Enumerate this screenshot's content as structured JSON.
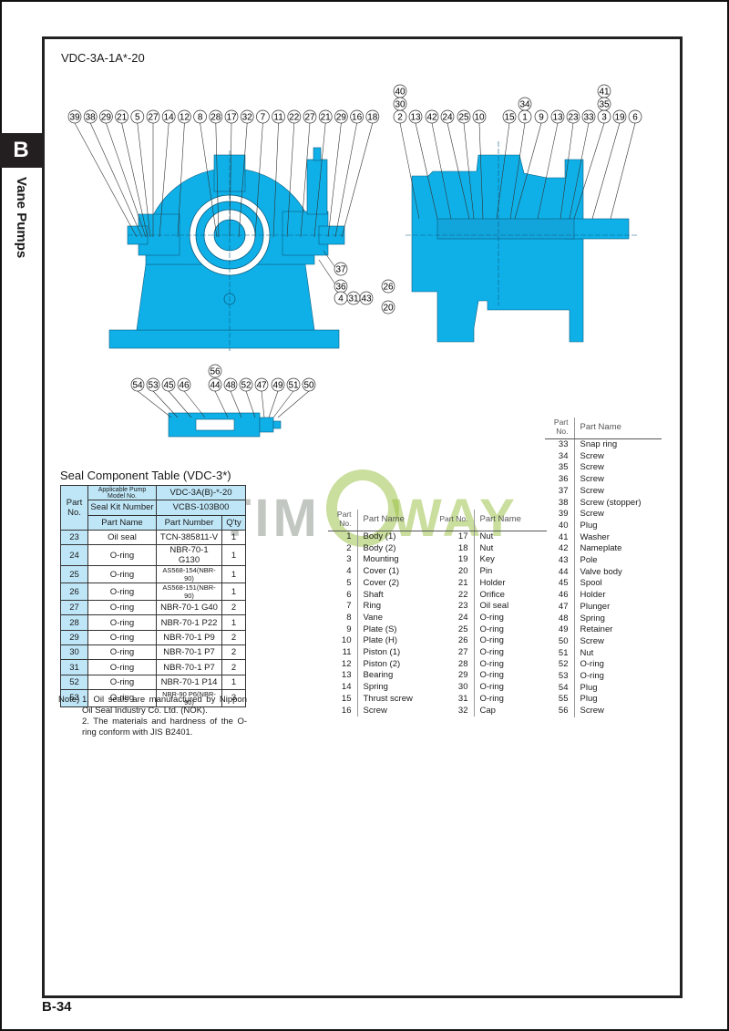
{
  "side_tab": {
    "letter": "B",
    "section": "Vane Pumps"
  },
  "page_number": "B-34",
  "model_title": "VDC-3A-1A*-20",
  "watermark": {
    "left": "TIM",
    "right": "WAY"
  },
  "diagram_front": {
    "callouts_top": [
      "39",
      "38",
      "29",
      "21",
      "5",
      "27",
      "14",
      "12",
      "8",
      "28",
      "17",
      "32",
      "7",
      "11",
      "22",
      "27",
      "21",
      "29",
      "16",
      "18"
    ],
    "callouts_right": [
      "37",
      "36",
      "4",
      "31",
      "43"
    ]
  },
  "diagram_side": {
    "callouts_top": [
      "2",
      "13",
      "42",
      "24",
      "25",
      "10",
      "15",
      "1",
      "9",
      "13",
      "23",
      "33",
      "3",
      "19",
      "6"
    ],
    "callouts_stack_left": [
      "40",
      "30"
    ],
    "callout_above_1": "34",
    "callouts_stack_right": [
      "41",
      "35"
    ],
    "callouts_left": [
      "26",
      "20"
    ]
  },
  "diagram_valve": {
    "callouts_top": [
      "54",
      "53",
      "45",
      "46",
      "44",
      "48",
      "52",
      "47",
      "49",
      "51",
      "50"
    ],
    "callout_above_44": "56"
  },
  "seal_table": {
    "title": "Seal Component Table (VDC-3*)",
    "header_part_no": "Part No.",
    "header_applicable_label": "Applicable Pump Model No.",
    "header_applicable_value": "VDC-3A(B)-*-20",
    "header_kit_label": "Seal Kit Number",
    "header_kit_value": "VCBS-103B00",
    "col_part_name": "Part Name",
    "col_part_number": "Part Number",
    "col_qty": "Q'ty",
    "rows": [
      {
        "no": "23",
        "name": "Oil seal",
        "number": "TCN-385811-V",
        "qty": "1"
      },
      {
        "no": "24",
        "name": "O-ring",
        "number": "NBR-70-1 G130",
        "qty": "1"
      },
      {
        "no": "25",
        "name": "O-ring",
        "number": "AS568-154(NBR-90)",
        "qty": "1"
      },
      {
        "no": "26",
        "name": "O-ring",
        "number": "AS568-151(NBR-90)",
        "qty": "1"
      },
      {
        "no": "27",
        "name": "O-ring",
        "number": "NBR-70-1 G40",
        "qty": "2"
      },
      {
        "no": "28",
        "name": "O-ring",
        "number": "NBR-70-1 P22",
        "qty": "1"
      },
      {
        "no": "29",
        "name": "O-ring",
        "number": "NBR-70-1 P9",
        "qty": "2"
      },
      {
        "no": "30",
        "name": "O-ring",
        "number": "NBR-70-1 P7",
        "qty": "2"
      },
      {
        "no": "31",
        "name": "O-ring",
        "number": "NBR-70-1 P7",
        "qty": "2"
      },
      {
        "no": "52",
        "name": "O-ring",
        "number": "NBR-70-1 P14",
        "qty": "1"
      },
      {
        "no": "53",
        "name": "O-ring",
        "number": "NBR-90 P6(NBR-90)",
        "qty": "3"
      }
    ],
    "notes_prefix": "Note)",
    "notes": [
      "1. Oil seals are manufactured by Nippon Oil Seal Industry Co. Ltd. (NOK).",
      "2. The materials and hardness of the O-ring conform with JIS B2401."
    ]
  },
  "parts_list": {
    "col_no": "Part No.",
    "col_name": "Part Name",
    "left": [
      {
        "no": "1",
        "name": "Body (1)"
      },
      {
        "no": "2",
        "name": "Body (2)"
      },
      {
        "no": "3",
        "name": "Mounting"
      },
      {
        "no": "4",
        "name": "Cover (1)"
      },
      {
        "no": "5",
        "name": "Cover (2)"
      },
      {
        "no": "6",
        "name": "Shaft"
      },
      {
        "no": "7",
        "name": "Ring"
      },
      {
        "no": "8",
        "name": "Vane"
      },
      {
        "no": "9",
        "name": "Plate (S)"
      },
      {
        "no": "10",
        "name": "Plate (H)"
      },
      {
        "no": "11",
        "name": "Piston (1)"
      },
      {
        "no": "12",
        "name": "Piston (2)"
      },
      {
        "no": "13",
        "name": "Bearing"
      },
      {
        "no": "14",
        "name": "Spring"
      },
      {
        "no": "15",
        "name": "Thrust screw"
      },
      {
        "no": "16",
        "name": "Screw"
      }
    ],
    "middle": [
      {
        "no": "17",
        "name": "Nut"
      },
      {
        "no": "18",
        "name": "Nut"
      },
      {
        "no": "19",
        "name": "Key"
      },
      {
        "no": "20",
        "name": "Pin"
      },
      {
        "no": "21",
        "name": "Holder"
      },
      {
        "no": "22",
        "name": "Orifice"
      },
      {
        "no": "23",
        "name": "Oil seal"
      },
      {
        "no": "24",
        "name": "O-ring"
      },
      {
        "no": "25",
        "name": "O-ring"
      },
      {
        "no": "26",
        "name": "O-ring"
      },
      {
        "no": "27",
        "name": "O-ring"
      },
      {
        "no": "28",
        "name": "O-ring"
      },
      {
        "no": "29",
        "name": "O-ring"
      },
      {
        "no": "30",
        "name": "O-ring"
      },
      {
        "no": "31",
        "name": "O-ring"
      },
      {
        "no": "32",
        "name": "Cap"
      }
    ],
    "right": [
      {
        "no": "33",
        "name": "Snap ring"
      },
      {
        "no": "34",
        "name": "Screw"
      },
      {
        "no": "35",
        "name": "Screw"
      },
      {
        "no": "36",
        "name": "Screw"
      },
      {
        "no": "37",
        "name": "Screw"
      },
      {
        "no": "38",
        "name": "Screw (stopper)"
      },
      {
        "no": "39",
        "name": "Screw"
      },
      {
        "no": "40",
        "name": "Plug"
      },
      {
        "no": "41",
        "name": "Washer"
      },
      {
        "no": "42",
        "name": "Nameplate"
      },
      {
        "no": "43",
        "name": "Pole"
      },
      {
        "no": "44",
        "name": "Valve body"
      },
      {
        "no": "45",
        "name": "Spool"
      },
      {
        "no": "46",
        "name": "Holder"
      },
      {
        "no": "47",
        "name": "Plunger"
      },
      {
        "no": "48",
        "name": "Spring"
      },
      {
        "no": "49",
        "name": "Retainer"
      },
      {
        "no": "50",
        "name": "Screw"
      },
      {
        "no": "51",
        "name": "Nut"
      },
      {
        "no": "52",
        "name": "O-ring"
      },
      {
        "no": "53",
        "name": "O-ring"
      },
      {
        "no": "54",
        "name": "Plug"
      },
      {
        "no": "55",
        "name": "Plug"
      },
      {
        "no": "56",
        "name": "Screw"
      }
    ]
  },
  "colors": {
    "pump_blue": "#0fb0e8",
    "table_header_blue": "#bfe6f7",
    "tab_black": "#231f20",
    "watermark_green": "#96be3c"
  }
}
